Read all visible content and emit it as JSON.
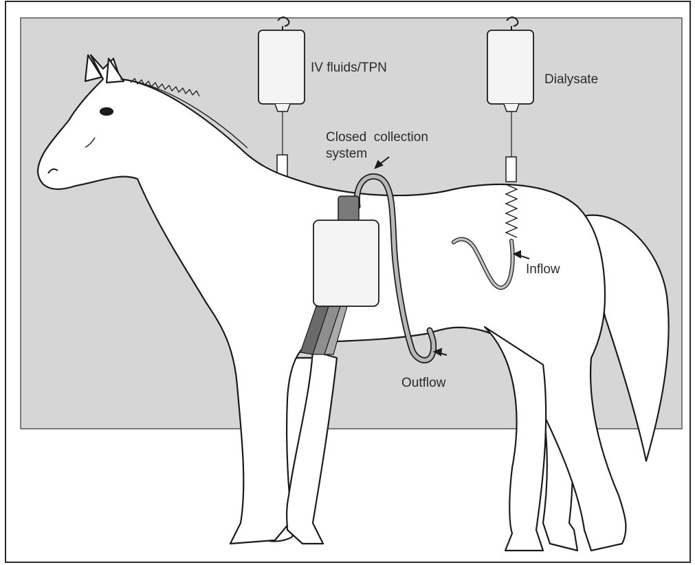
{
  "labels": {
    "iv_fluids": "IV  fluids/TPN",
    "dialysate": "Dialysate",
    "closed_collection": "Closed  collection\nsystem",
    "inflow": "Inflow",
    "outflow": "Outflow"
  },
  "colors": {
    "wall": "#d6d6d6",
    "outline": "#1a1a1a",
    "bag_fill": "#f4f4f4",
    "tube": "#b8b8b8",
    "strap_dark": "#6a6a6a",
    "strap_mid": "#8e8e8e"
  }
}
